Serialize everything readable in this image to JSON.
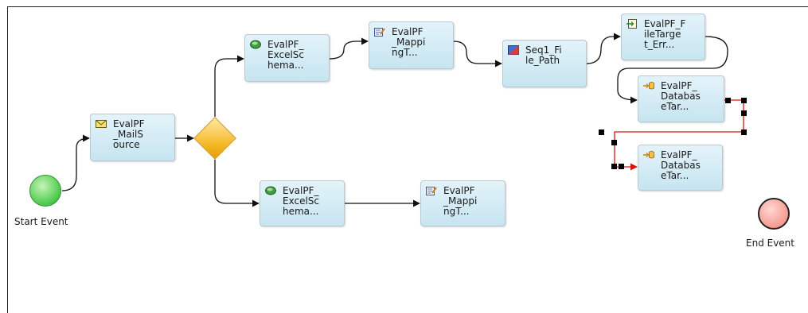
{
  "events": {
    "start_label": "Start Event",
    "end_label": "End Event"
  },
  "tasks": {
    "mail_source": "EvalPF\n_MailS\nource",
    "excel_schema_top": "EvalPF_\nExcelSc\nhema...",
    "mapping_top": "EvalPF\n_Mappi\nngT...",
    "seq_file_path": "Seq1_Fi\nle_Path",
    "file_target_err": "EvalPF_F\nileTarge\nt_Err...",
    "database_target_1": "EvalPF_\nDatabas\neTar...",
    "database_target_2": "EvalPF_\nDatabas\neTar...",
    "excel_schema_bottom": "EvalPF_\nExcelSc\nhema...",
    "mapping_bottom": "EvalPF\n_Mappi\nngT..."
  },
  "icons": {
    "mail_source": "envelope-icon",
    "excel_schema_top": "excel-schema-icon",
    "mapping_top": "mapping-icon",
    "seq_file_path": "sequence-file-icon",
    "file_target_err": "file-target-icon",
    "database_target_1": "database-target-icon",
    "database_target_2": "database-target-icon",
    "excel_schema_bottom": "excel-schema-icon",
    "mapping_bottom": "mapping-icon"
  },
  "colors": {
    "task_fill": "#c6e5f1",
    "selected_connector": "#e01010",
    "start_event": "#49c94a",
    "end_event": "#f59b92",
    "gateway": "#f4b51f"
  }
}
